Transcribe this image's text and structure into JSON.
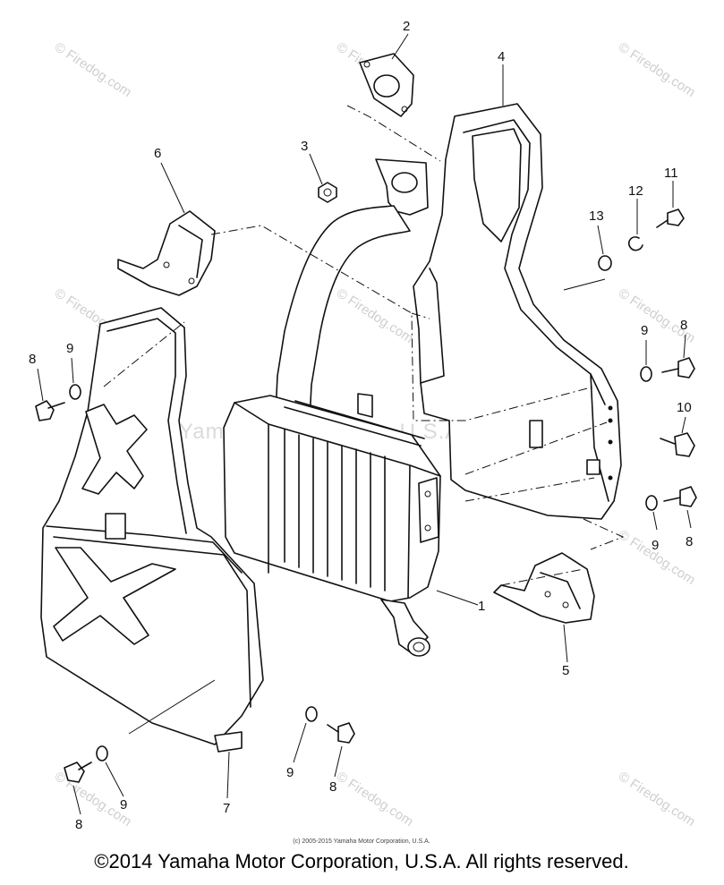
{
  "callouts": {
    "c1": "1",
    "c2": "2",
    "c3": "3",
    "c4": "4",
    "c5": "5",
    "c6": "6",
    "c7": "7",
    "c8a": "8",
    "c8b": "8",
    "c8c": "8",
    "c8d": "8",
    "c8e": "8",
    "c9a": "9",
    "c9b": "9",
    "c9c": "9",
    "c9d": "9",
    "c9e": "9",
    "c10": "10",
    "c11": "11",
    "c12": "12",
    "c13": "13"
  },
  "watermark": {
    "brand": "© Firedog.com",
    "center": "Yamaha Motor Corp, U.S.A."
  },
  "copyright": {
    "small": "(c) 2005-2015 Yamaha Motor Corporation, U.S.A.",
    "main": "©2014 Yamaha Motor Corporation, U.S.A. All rights reserved."
  }
}
